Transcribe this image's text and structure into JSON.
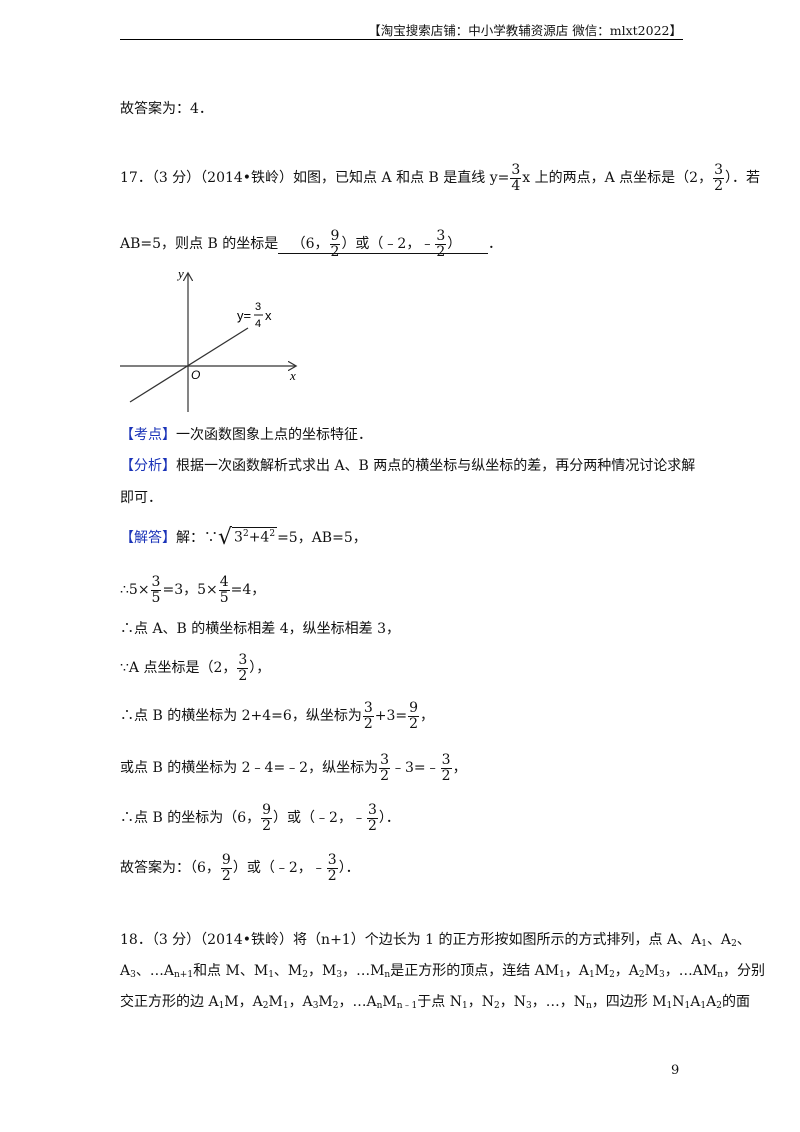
{
  "header": {
    "text": "【淘宝搜索店铺：中小学教辅资源店  微信：mlxt2022】"
  },
  "prev_answer": "故答案为：4．",
  "q17": {
    "l1_a": "17．（3 分）（2014•铁岭）如图，已知点 A 和点 B 是直线 y=",
    "f_3_4": {
      "num": "3",
      "den": "4"
    },
    "l1_b": "x 上的两点，A 点坐标是（2，",
    "f_3_2": {
      "num": "3",
      "den": "2"
    },
    "l1_c": "）．若",
    "l2_a": "AB=5，则点 B 的坐标是",
    "ans_a": "（6，",
    "f_9_2": {
      "num": "9",
      "den": "2"
    },
    "ans_b": "）或（﹣2，﹣",
    "ans_c": "）",
    "l2_end": "．",
    "graph": {
      "y_axis": "y",
      "x_axis": "x",
      "origin": "O",
      "eq": "y=",
      "eq_x": "x",
      "eq_num": "3",
      "eq_den": "4"
    },
    "kaodian_tag": "【考点】",
    "kaodian": "一次函数图象上点的坐标特征．",
    "fenxi_tag": "【分析】",
    "fenxi_1": "根据一次函数解析式求出 A、B 两点的横坐标与纵坐标的差，再分两种情况讨论求解",
    "fenxi_2": "即可．",
    "jieda_tag": "【解答】",
    "j1_a": "解：∵",
    "j1_rad_a": "3",
    "j1_exp": "2",
    "j1_rad_b": "+4",
    "j1_b": "=5，AB=5，",
    "j2_a": "∴5×",
    "f_3_5": {
      "num": "3",
      "den": "5"
    },
    "j2_b": "=3，5×",
    "f_4_5": {
      "num": "4",
      "den": "5"
    },
    "j2_c": "=4，",
    "j3": "∴点 A、B 的横坐标相差 4，纵坐标相差 3，",
    "j4_a": "∵A 点坐标是（2，",
    "j4_b": "），",
    "j5_a": "∴点 B 的横坐标为 2+4=6，纵坐标为",
    "j5_b": "+3=",
    "j5_c": "，",
    "j6_a": "或点 B 的横坐标为 2﹣4=﹣2，纵坐标为",
    "j6_b": "﹣3=﹣",
    "j6_c": "，",
    "j7_a": "∴点 B 的坐标为（6，",
    "j7_b": "）或（﹣2，﹣",
    "j7_c": "）．",
    "j8_a": "故答案为：（6，",
    "j8_b": "）或（﹣2，﹣",
    "j8_c": "）．"
  },
  "q18": {
    "l1": "18．（3 分）（2014•铁岭）将（n+1）个边长为 1 的正方形按如图所示的方式排列，点 A、A",
    "l1_tail": "、A",
    "l1_end": "、",
    "l2_a": "A",
    "l2_b": "、…A",
    "l2_c": "和点 M、M",
    "l2_d": "、M",
    "l2_e": "，M",
    "l2_f": "，…M",
    "l2_g": "是正方形的顶点，连结 AM",
    "l2_h": "，A",
    "l2_i": "M",
    "l2_j": "，A",
    "l2_k": "M",
    "l2_l": "，…AM",
    "l2_m": "，分别",
    "l3_a": "交正方形的边 A",
    "l3_b": "M，A",
    "l3_c": "M",
    "l3_d": "，A",
    "l3_e": "M",
    "l3_f": "，…A",
    "l3_g": "M",
    "l3_h": "于点 N",
    "l3_i": "，N",
    "l3_j": "，N",
    "l3_k": "，…，N",
    "l3_l": "，四边形 M",
    "l3_m": "N",
    "l3_n": "A",
    "l3_o": "A",
    "l3_p": "的面",
    "s1": "1",
    "s2": "2",
    "s3": "3",
    "sn": "n",
    "sn1": "n+1",
    "snm1": "n﹣1"
  },
  "page_number": "9"
}
